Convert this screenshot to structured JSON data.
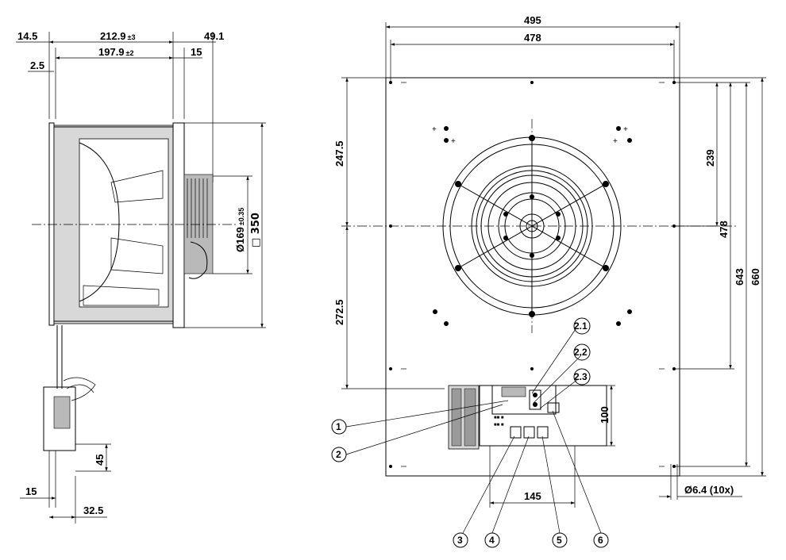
{
  "side_view": {
    "d_14_5": "14.5",
    "d_212_9": "212.9",
    "d_212_9_tol": "±3",
    "d_49_1": "49.1",
    "d_2_5": "2.5",
    "d_197_9": "197.9",
    "d_197_9_tol": "±2",
    "d_15_top": "15",
    "d_169": "Ø169",
    "d_169_tol": "±0.35",
    "d_350": "□ 350",
    "d_45": "45",
    "d_15_bottom": "15",
    "d_32_5": "32.5"
  },
  "front_view": {
    "d_495": "495",
    "d_478_top": "478",
    "d_247_5": "247.5",
    "d_272_5": "272.5",
    "d_239": "239",
    "d_478_right": "478",
    "d_643": "643",
    "d_660": "660",
    "d_100": "100",
    "d_145": "145",
    "d_hole": "Ø6.4 (10x)"
  },
  "callouts": {
    "c1": "1",
    "c2": "2",
    "c2_1": "2.1",
    "c2_2": "2.2",
    "c2_3": "2.3",
    "c3": "3",
    "c4": "4",
    "c5": "5",
    "c6": "6"
  },
  "colors": {
    "line": "#000000",
    "shading": "#d8d8d8",
    "background": "#ffffff"
  }
}
